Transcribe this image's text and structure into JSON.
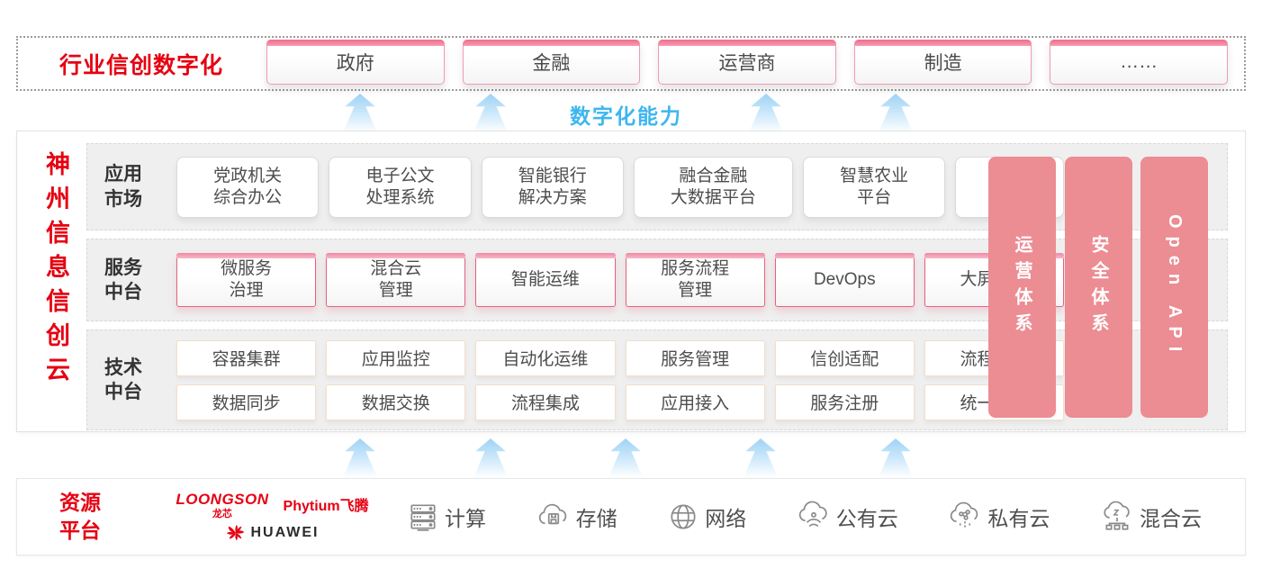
{
  "top_band": {
    "title": "行业信创数字化",
    "industries": [
      "政府",
      "金融",
      "运营商",
      "制造",
      "……"
    ]
  },
  "capability_label": "数字化能力",
  "main": {
    "vertical_title": "神州信息信创云",
    "app_market": {
      "label": [
        "应用",
        "市场"
      ],
      "items": [
        [
          "党政机关",
          "综合办公"
        ],
        [
          "电子公文",
          "处理系统"
        ],
        [
          "智能银行",
          "解决方案"
        ],
        [
          "融合金融",
          "大数据平台"
        ],
        [
          "智慧农业",
          "平台"
        ],
        [
          "……"
        ]
      ]
    },
    "service_platform": {
      "label": [
        "服务",
        "中台"
      ],
      "items": [
        [
          "微服务",
          "治理"
        ],
        [
          "混合云",
          "管理"
        ],
        [
          "智能运维"
        ],
        [
          "服务流程",
          "管理"
        ],
        [
          "DevOps"
        ],
        [
          "大屏展示"
        ]
      ]
    },
    "tech_platform": {
      "label": [
        "技术",
        "中台"
      ],
      "row1": [
        "容器集群",
        "应用监控",
        "自动化运维",
        "服务管理",
        "信创适配",
        "流程引擎"
      ],
      "row2": [
        "数据同步",
        "数据交换",
        "流程集成",
        "应用接入",
        "服务注册",
        "统一认证"
      ]
    },
    "pillars": [
      "运营体系",
      "安全体系",
      "Open API"
    ]
  },
  "resource_platform": {
    "label": [
      "资源",
      "平台"
    ],
    "vendors": {
      "loongson_en": "LOONGSON",
      "loongson_cn": "龙芯",
      "phytium": "Phytium飞腾",
      "huawei": "HUAWEI"
    },
    "items": [
      {
        "icon": "server-icon",
        "label": "计算"
      },
      {
        "icon": "storage-cloud-icon",
        "label": "存储"
      },
      {
        "icon": "network-globe-icon",
        "label": "网络"
      },
      {
        "icon": "public-cloud-icon",
        "label": "公有云"
      },
      {
        "icon": "private-cloud-icon",
        "label": "私有云"
      },
      {
        "icon": "hybrid-cloud-icon",
        "label": "混合云"
      }
    ]
  },
  "colors": {
    "accent_red": "#e60012",
    "pillar_pink": "#ec8c93",
    "capability_blue": "#3db6f0",
    "box_border_pink": "#e2647e"
  }
}
